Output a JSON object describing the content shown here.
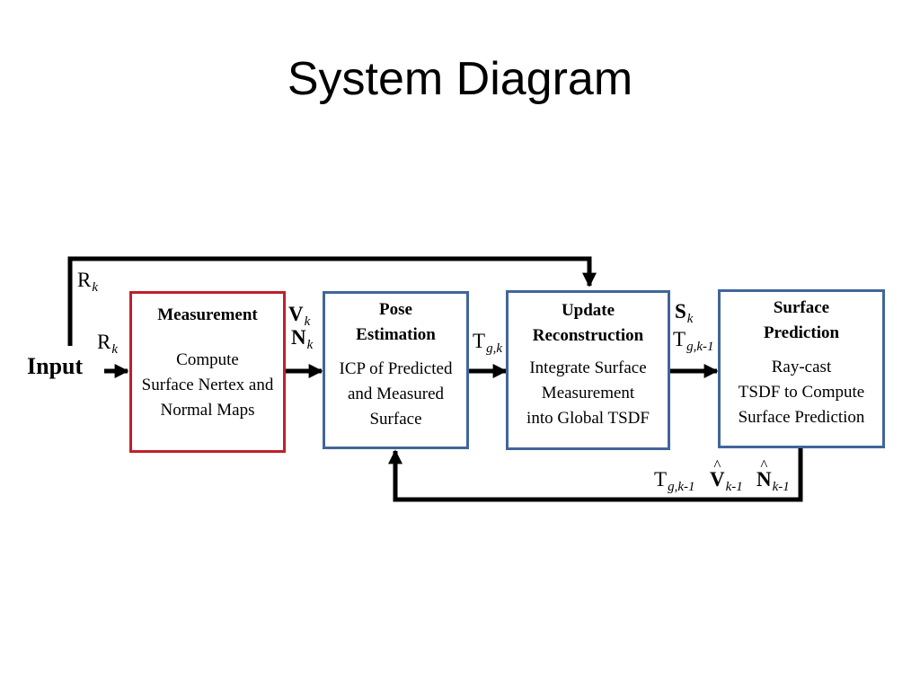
{
  "slide": {
    "title": "System Diagram"
  },
  "input": {
    "label": "Input"
  },
  "signals": {
    "r_top": {
      "main": "R",
      "sub": "k"
    },
    "r_left": {
      "main": "R",
      "sub": "k"
    },
    "v": {
      "main": "V",
      "sub": "k"
    },
    "n": {
      "main": "N",
      "sub": "k"
    },
    "t_pose": {
      "main": "T",
      "sub": "g,k"
    },
    "s": {
      "main": "S",
      "sub": "k"
    },
    "t_update": {
      "main": "T",
      "sub": "g,k-1"
    },
    "t_feedback": {
      "main": "T",
      "sub": "g,k-1"
    },
    "v_hat": {
      "main": "V",
      "sub": "k-1"
    },
    "n_hat": {
      "main": "N",
      "sub": "k-1"
    }
  },
  "blocks": {
    "measurement": {
      "title": "Measurement",
      "body": "Compute\nSurface Nertex and\nNormal Maps"
    },
    "pose": {
      "title": "Pose\nEstimation",
      "body": "ICP of Predicted\nand Measured\nSurface"
    },
    "update": {
      "title": "Update\nReconstruction",
      "body": "Integrate Surface\nMeasurement\ninto Global TSDF"
    },
    "prediction": {
      "title": "Surface\nPrediction",
      "body": "Ray-cast\nTSDF to Compute\nSurface Prediction"
    }
  },
  "colors": {
    "measurement_border": "#c0202a",
    "block_border": "#41669a",
    "wire": "#000000"
  }
}
